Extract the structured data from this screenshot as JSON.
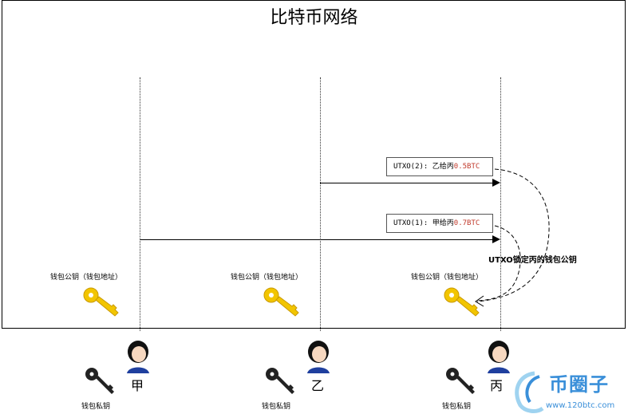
{
  "title": "比特币网络",
  "utxos": [
    {
      "prefix": "UTXO(2): 乙给丙",
      "amount": "0.5BTC"
    },
    {
      "prefix": "UTXO(1): 甲给丙",
      "amount": "0.7BTC"
    }
  ],
  "lock_note": "UTXO锁定丙的钱包公钥",
  "participants": [
    {
      "name": "甲",
      "public_key_label": "钱包公钥（钱包地址）",
      "private_key_label": "钱包私钥"
    },
    {
      "name": "乙",
      "public_key_label": "钱包公钥（钱包地址）",
      "private_key_label": "钱包私钥"
    },
    {
      "name": "丙",
      "public_key_label": "钱包公钥（钱包地址）",
      "private_key_label": "钱包私钥"
    }
  ],
  "watermark": {
    "text": "币圈子",
    "url": "www.120btc.com"
  },
  "colors": {
    "amount": "#c0392b",
    "gold_key": "#f2c500",
    "watermark": "#3a8fd9"
  }
}
